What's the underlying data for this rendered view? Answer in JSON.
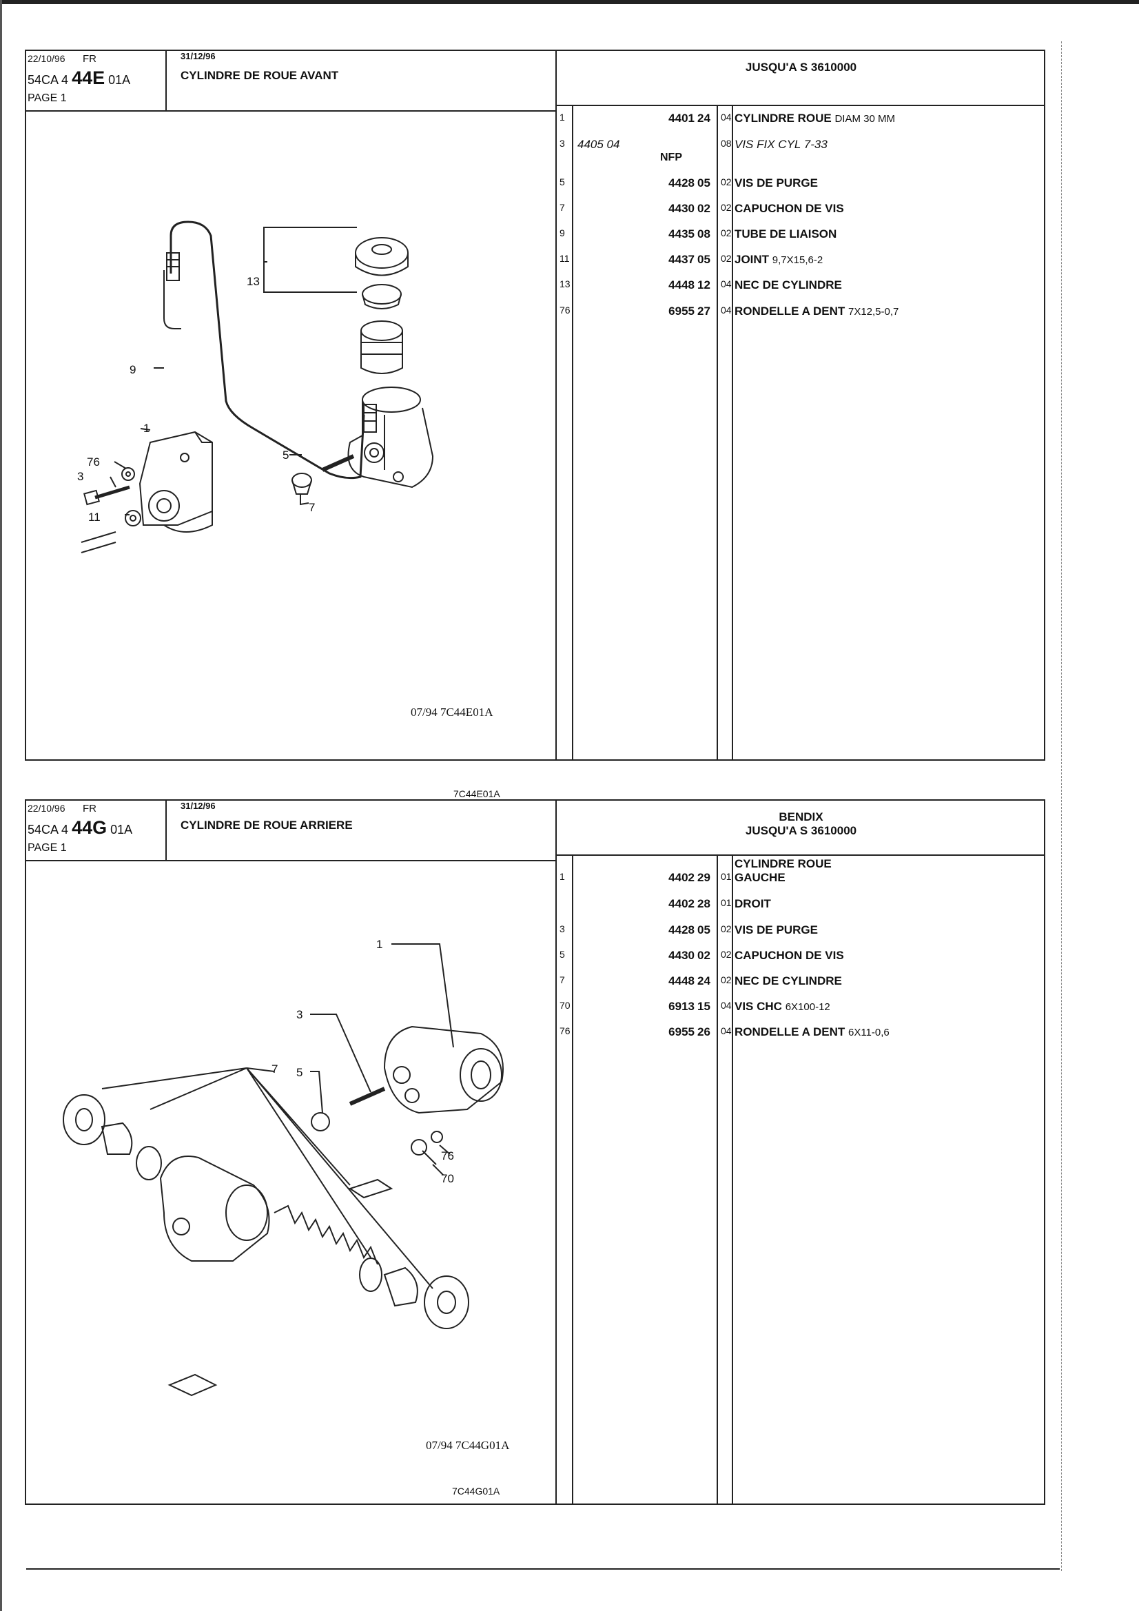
{
  "sections": [
    {
      "date": "22/10/96",
      "lang": "FR",
      "code_prefix": "54CA 4",
      "code_big": "44E",
      "code_suffix": "01A",
      "page": "PAGE 1",
      "date2": "31/12/96",
      "title": "CYLINDRE DE ROUE AVANT",
      "right_line1": "",
      "right_line2": "JUSQU'A  S  3610000",
      "fig_caption": "07/94  7C44E01A",
      "fig_code": "7C44E01A",
      "callouts": [
        "13",
        "9",
        "1",
        "76",
        "3",
        "11",
        "5",
        "7"
      ],
      "rows": [
        {
          "item": "1",
          "ref": "4401",
          "suf": "24",
          "qty": "04",
          "desc": "CYLINDRE ROUE",
          "desc_light": "DIAM 30 MM"
        },
        {
          "item": "3",
          "ref": "4405 04",
          "suf": "",
          "qty": "08",
          "desc": "VIS FIX CYL 7-33",
          "desc_light": "",
          "italic": true,
          "nfp": "NFP"
        },
        {
          "item": "5",
          "ref": "4428",
          "suf": "05",
          "qty": "02",
          "desc": "VIS DE PURGE",
          "desc_light": ""
        },
        {
          "item": "7",
          "ref": "4430",
          "suf": "02",
          "qty": "02",
          "desc": "CAPUCHON DE VIS",
          "desc_light": ""
        },
        {
          "item": "9",
          "ref": "4435",
          "suf": "08",
          "qty": "02",
          "desc": "TUBE DE LIAISON",
          "desc_light": ""
        },
        {
          "item": "11",
          "ref": "4437",
          "suf": "05",
          "qty": "02",
          "desc": "JOINT",
          "desc_light": "9,7X15,6-2"
        },
        {
          "item": "13",
          "ref": "4448",
          "suf": "12",
          "qty": "04",
          "desc": "NEC DE CYLINDRE",
          "desc_light": ""
        },
        {
          "item": "76",
          "ref": "6955",
          "suf": "27",
          "qty": "04",
          "desc": "RONDELLE A DENT",
          "desc_light": "7X12,5-0,7"
        }
      ]
    },
    {
      "date": "22/10/96",
      "lang": "FR",
      "code_prefix": "54CA 4",
      "code_big": "44G",
      "code_suffix": "01A",
      "page": "PAGE 1",
      "date2": "31/12/96",
      "title": "CYLINDRE DE ROUE ARRIERE",
      "right_line1": "BENDIX",
      "right_line2": "JUSQU'A  S  3610000",
      "fig_caption": "07/94  7C44G01A",
      "fig_code": "7C44G01A",
      "callouts": [
        "1",
        "3",
        "5",
        "7",
        "76",
        "70"
      ],
      "rows": [
        {
          "item": "",
          "ref": "",
          "suf": "",
          "qty": "",
          "desc": "CYLINDRE ROUE",
          "desc_light": ""
        },
        {
          "item": "1",
          "ref": "4402",
          "suf": "29",
          "qty": "01",
          "desc": "GAUCHE",
          "desc_light": ""
        },
        {
          "item": "",
          "ref": "4402",
          "suf": "28",
          "qty": "01",
          "desc": "DROIT",
          "desc_light": ""
        },
        {
          "item": "3",
          "ref": "4428",
          "suf": "05",
          "qty": "02",
          "desc": "VIS DE PURGE",
          "desc_light": ""
        },
        {
          "item": "5",
          "ref": "4430",
          "suf": "02",
          "qty": "02",
          "desc": "CAPUCHON DE VIS",
          "desc_light": ""
        },
        {
          "item": "7",
          "ref": "4448",
          "suf": "24",
          "qty": "02",
          "desc": "NEC DE CYLINDRE",
          "desc_light": ""
        },
        {
          "item": "70",
          "ref": "6913",
          "suf": "15",
          "qty": "04",
          "desc": "VIS CHC",
          "desc_light": "6X100-12"
        },
        {
          "item": "76",
          "ref": "6955",
          "suf": "26",
          "qty": "04",
          "desc": "RONDELLE A DENT",
          "desc_light": "6X11-0,6"
        }
      ]
    }
  ]
}
